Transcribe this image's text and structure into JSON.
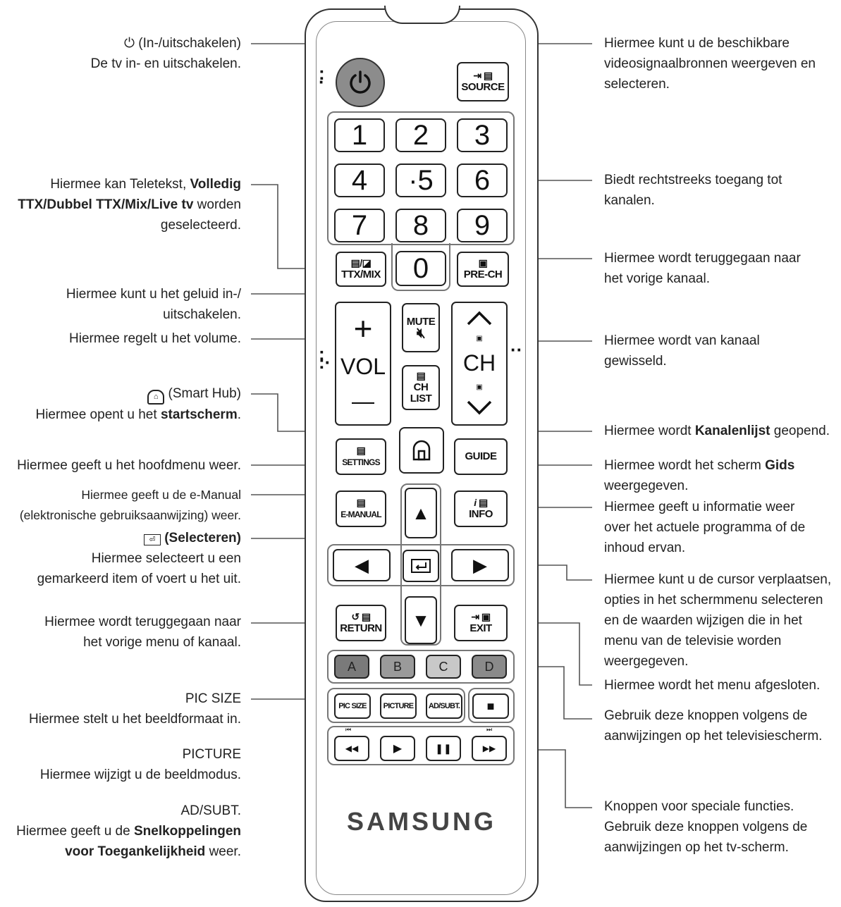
{
  "labels": {
    "power": {
      "title": "(In-/uitschakelen)",
      "desc": "De tv in- en uitschakelen."
    },
    "teletext": {
      "pre": "Hiermee kan Teletekst, ",
      "b1": "Volledig",
      "b2": "TTX/Dubbel TTX/Mix/Live tv",
      "post": " worden",
      "line3": "geselecteerd."
    },
    "mute": {
      "line1": "Hiermee kunt u het geluid in-/",
      "line2": "uitschakelen."
    },
    "volume": "Hiermee regelt u het volume.",
    "smarthub": {
      "title": "(Smart Hub)",
      "pre": "Hiermee opent u het ",
      "b": "startscherm",
      "post": "."
    },
    "settings": "Hiermee geeft u het hoofdmenu weer.",
    "emanual": {
      "line1": "Hiermee geeft u de e-Manual",
      "line2": "(elektronische gebruiksaanwijzing) weer."
    },
    "select": {
      "title": "(Selecteren)",
      "line1": "Hiermee selecteert u een",
      "line2": "gemarkeerd item of voert u het uit."
    },
    "return": {
      "line1": "Hiermee wordt teruggegaan naar",
      "line2": "het vorige menu of kanaal."
    },
    "picsize": {
      "title": "PIC SIZE",
      "desc": "Hiermee stelt u het beeldformaat in."
    },
    "picture": {
      "title": "PICTURE",
      "desc": "Hiermee wijzigt u de beeldmodus."
    },
    "adsubt": {
      "title": "AD/SUBT.",
      "pre": "Hiermee geeft u de ",
      "b1": "Snelkoppelingen",
      "b2": "voor Toegankelijkheid",
      "post": " weer."
    },
    "source": {
      "line1": "Hiermee kunt u de beschikbare",
      "line2": "videosignaalbronnen weergeven en",
      "line3": "selecteren."
    },
    "numbers": {
      "line1": "Biedt rechtstreeks toegang tot",
      "line2": "kanalen."
    },
    "prech": {
      "line1": "Hiermee wordt teruggegaan naar",
      "line2": "het vorige kanaal."
    },
    "channel": {
      "line1": "Hiermee wordt van kanaal",
      "line2": "gewisseld."
    },
    "chlist": {
      "pre": "Hiermee wordt ",
      "b": "Kanalenlijst",
      "post": " geopend."
    },
    "guide": {
      "pre": "Hiermee wordt het scherm ",
      "b": "Gids",
      "line2": "weergegeven."
    },
    "info": {
      "line1": "Hiermee geeft u informatie weer",
      "line2": "over het actuele programma of de",
      "line3": "inhoud ervan."
    },
    "cursor": {
      "line1": "Hiermee kunt u de cursor verplaatsen,",
      "line2": "opties in het schermmenu selecteren",
      "line3": "en de waarden wijzigen die in het",
      "line4": "menu van de televisie worden",
      "line5": "weergegeven."
    },
    "exit": "Hiermee wordt het menu afgesloten.",
    "colors": {
      "line1": "Gebruik deze knoppen volgens de",
      "line2": "aanwijzingen op het televisiescherm."
    },
    "special": {
      "line1": "Knoppen voor speciale functies.",
      "line2": "Gebruik deze knoppen volgens de",
      "line3": "aanwijzingen op het tv-scherm."
    }
  },
  "remote": {
    "brand": "SAMSUNG",
    "source": "SOURCE",
    "digits": [
      "1",
      "2",
      "3",
      "4",
      "·5",
      "6",
      "7",
      "8",
      "9"
    ],
    "zero": "0",
    "ttx": "TTX/MIX",
    "prech": "PRE-CH",
    "mute": "MUTE",
    "vol": "VOL",
    "vol_plus": "+",
    "vol_minus": "—",
    "ch": "CH",
    "chlist_1": "CH",
    "chlist_2": "LIST",
    "settings": "SETTINGS",
    "guide": "GUIDE",
    "emanual": "E-MANUAL",
    "info": "INFO",
    "info_i": "i",
    "return": "RETURN",
    "exit": "EXIT",
    "colors": [
      "A",
      "B",
      "C",
      "D"
    ],
    "color_fills": [
      "#7a7a7a",
      "#9a9a9a",
      "#c8c8c8",
      "#8a8a8a"
    ],
    "picsize": "PIC SIZE",
    "picture": "PICTURE",
    "adsubt": "AD/SUBT.",
    "media": {
      "stop": "■",
      "rew": "◀◀",
      "play": "▶",
      "pause": "❚❚",
      "ff": "▶▶",
      "prev": "⏮",
      "next": "⏭"
    },
    "arrows": {
      "up": "▲",
      "down": "▼",
      "left": "◀",
      "right": "▶"
    }
  },
  "icons": {
    "power": "power-icon",
    "home": "home-icon",
    "select": "enter-icon"
  }
}
